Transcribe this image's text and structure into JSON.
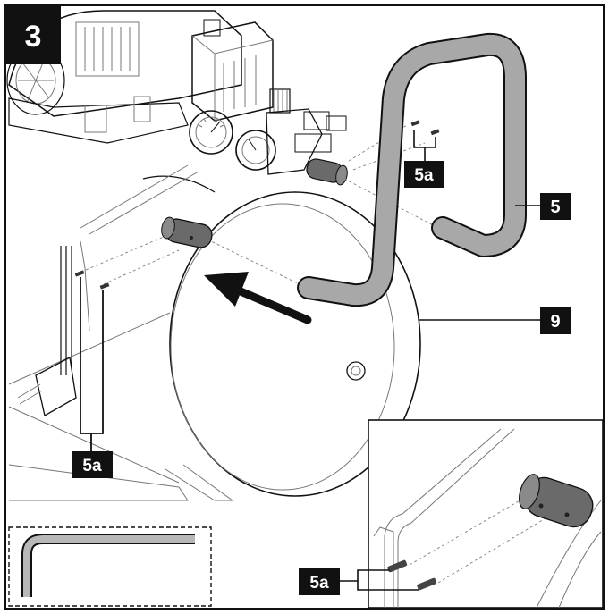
{
  "step_number": "3",
  "callouts": {
    "handle": "5",
    "tank": "9",
    "pins_top": "5a",
    "pins_left": "5a",
    "pins_inset": "5a"
  },
  "colors": {
    "outline": "#111111",
    "handle_fill": "#a8a8a8",
    "sleeve_fill": "#6a6a6a",
    "label_bg": "#111111",
    "label_text": "#ffffff"
  },
  "icons": {
    "tool": "allen-key-icon",
    "direction": "arrow-icon"
  }
}
